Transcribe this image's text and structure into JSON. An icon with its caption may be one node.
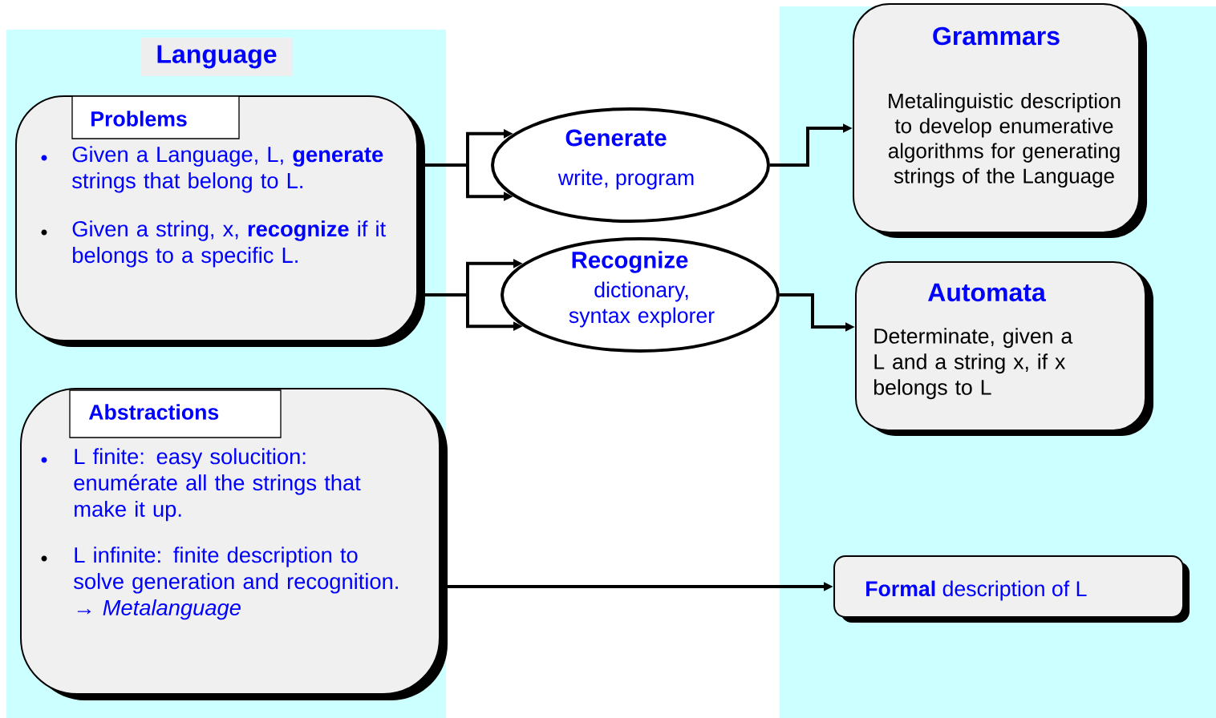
{
  "diagram": {
    "title": "Language",
    "nodes": [
      {
        "text": [
          "Given a Language, L, **generate** strings that belong to L.",
          "Given a string, x, **recognize** if it belongs to a specific L."
        ]
      },
      {
        "text": [
          "Problems"
        ],
        "in": 0
      },
      {
        "text": [
          "L finite: easy solucition: enumérate all the strings that make it up.",
          "L infinite: finite description to solve generation and recognition. → *Metalanguage*"
        ]
      },
      {
        "text": [
          "Abstractions"
        ],
        "in": 2
      },
      {
        "text": [
          "Generate",
          "write, program"
        ]
      },
      {
        "text": [
          "Recognize",
          "dictionary, syntax explorer"
        ]
      },
      {
        "text": [
          "Grammars",
          "Metalinguistic description to develop enumerative algorithms for generating strings of the Language"
        ]
      },
      {
        "text": [
          "Automata",
          "Determinate, given a L and a string x, if x belongs to L"
        ]
      },
      {
        "text": [
          "**Formal** description of L"
        ]
      }
    ],
    "edges": [
      {
        "from": 0,
        "to": 4,
        "arrow": "to"
      },
      {
        "from": 0,
        "to": 4,
        "arrow": "to"
      },
      {
        "from": 0,
        "to": 5,
        "arrow": "to"
      },
      {
        "from": 0,
        "to": 5,
        "arrow": "to"
      },
      {
        "from": 4,
        "to": 6,
        "arrow": "to"
      },
      {
        "from": 5,
        "to": 7,
        "arrow": "to"
      },
      {
        "from": 2,
        "to": 8,
        "arrow": "to"
      }
    ]
  }
}
